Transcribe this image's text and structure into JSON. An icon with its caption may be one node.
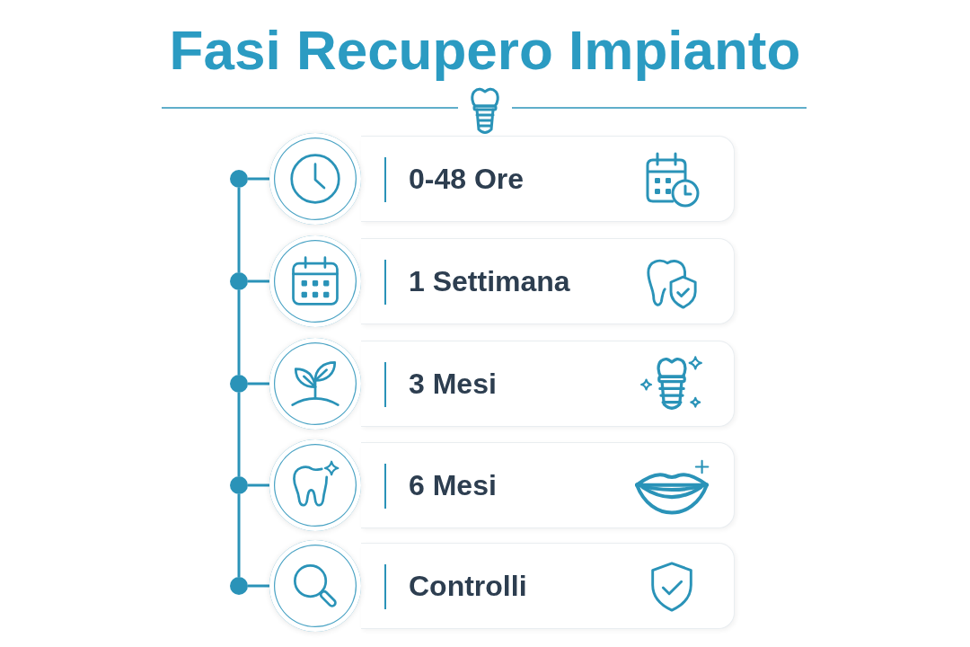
{
  "diagram": {
    "title": "Fasi Recupero Impianto",
    "nodes": [
      {
        "text": [],
        "shape": "dot"
      },
      {
        "text": [],
        "shape": "circle"
      },
      {
        "text": [
          "0-48 Ore"
        ]
      },
      {
        "text": [],
        "shape": "dot"
      },
      {
        "text": [],
        "shape": "circle"
      },
      {
        "text": [
          "1 Settimana"
        ]
      },
      {
        "text": [],
        "shape": "dot"
      },
      {
        "text": [],
        "shape": "circle"
      },
      {
        "text": [
          "3 Mesi"
        ]
      },
      {
        "text": [],
        "shape": "dot"
      },
      {
        "text": [],
        "shape": "circle"
      },
      {
        "text": [
          "6 Mesi"
        ]
      },
      {
        "text": [],
        "shape": "dot"
      },
      {
        "text": [],
        "shape": "circle"
      },
      {
        "text": [
          "Controlli"
        ]
      }
    ],
    "edges": [
      {
        "from": 0,
        "to": 1,
        "arrow": "none"
      },
      {
        "from": 0,
        "to": 3,
        "arrow": "none"
      },
      {
        "from": 3,
        "to": 4,
        "arrow": "none"
      },
      {
        "from": 3,
        "to": 6,
        "arrow": "none"
      },
      {
        "from": 6,
        "to": 7,
        "arrow": "none"
      },
      {
        "from": 6,
        "to": 9,
        "arrow": "none"
      },
      {
        "from": 9,
        "to": 10,
        "arrow": "none"
      },
      {
        "from": 9,
        "to": 12,
        "arrow": "none"
      },
      {
        "from": 12,
        "to": 13,
        "arrow": "none"
      }
    ]
  }
}
